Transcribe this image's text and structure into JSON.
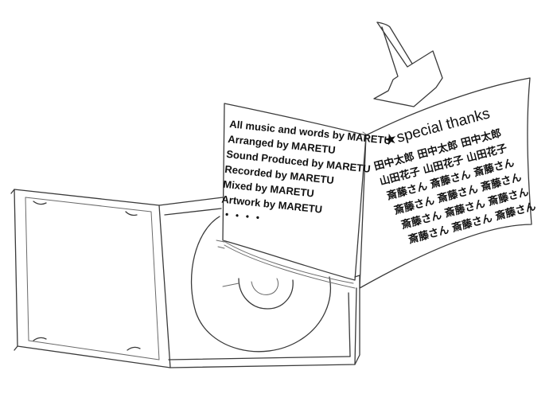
{
  "credits_page": {
    "lines": [
      "All music and words by MARETU",
      "Arranged by MARETU",
      "Sound Produced by MARETU",
      "Recorded by MARETU",
      "Mixed by MARETU",
      "Artwork by MARETU",
      "・・・・"
    ]
  },
  "thanks_page": {
    "title": "★special thanks",
    "rows": [
      "田中太郎 田中太郎 田中太郎",
      "山田花子 山田花子 山田花子",
      "斎藤さん 斎藤さん 斎藤さん",
      "斎藤さん 斎藤さん 斎藤さん",
      "斎藤さん 斎藤さん 斎藤さん",
      "斎藤さん 斎藤さん 斎藤さん"
    ]
  },
  "icons": [
    "arrow-down-icon"
  ]
}
